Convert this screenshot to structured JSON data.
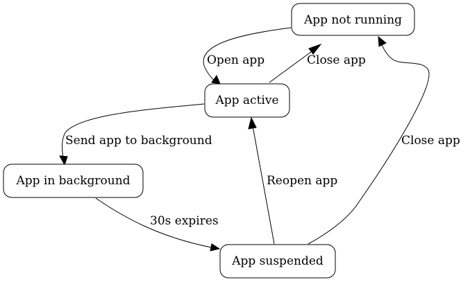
{
  "nodes": {
    "not_running": "App not running",
    "active": "App active",
    "background": "App in background",
    "suspended": "App suspended"
  },
  "edges": {
    "open_app": "Open app",
    "close_app_active": "Close app",
    "send_to_background": "Send app to background",
    "expires": "30s expires",
    "reopen_app": "Reopen app",
    "close_app_suspended": "Close app"
  }
}
